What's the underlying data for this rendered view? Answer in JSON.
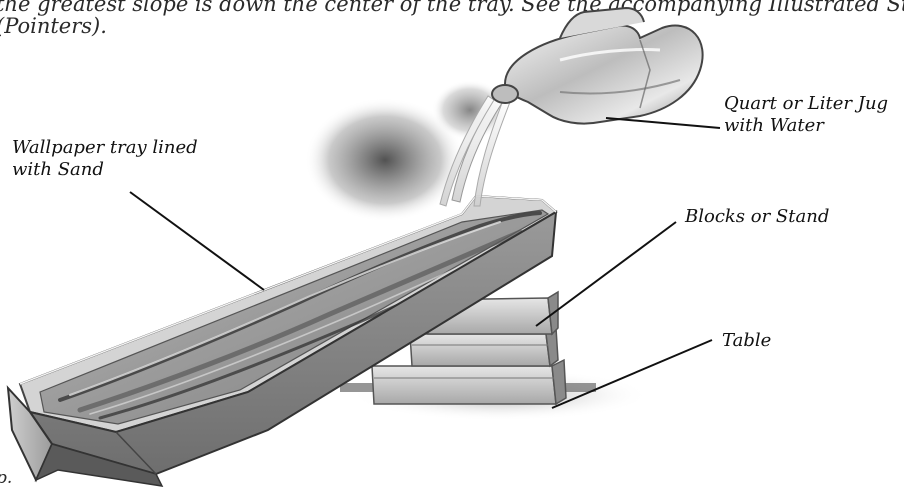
{
  "caption": {
    "line1": "the greatest slope is down the center of the tray. See the accompanying Illustrated Steps",
    "line2": "(Pointers).",
    "fragment": "p."
  },
  "labels": {
    "tray": [
      "Wallpaper tray lined",
      "with Sand"
    ],
    "jug": [
      "Quart or Liter Jug",
      "with Water"
    ],
    "blocks": [
      "Blocks or Stand"
    ],
    "table": [
      "Table"
    ]
  }
}
